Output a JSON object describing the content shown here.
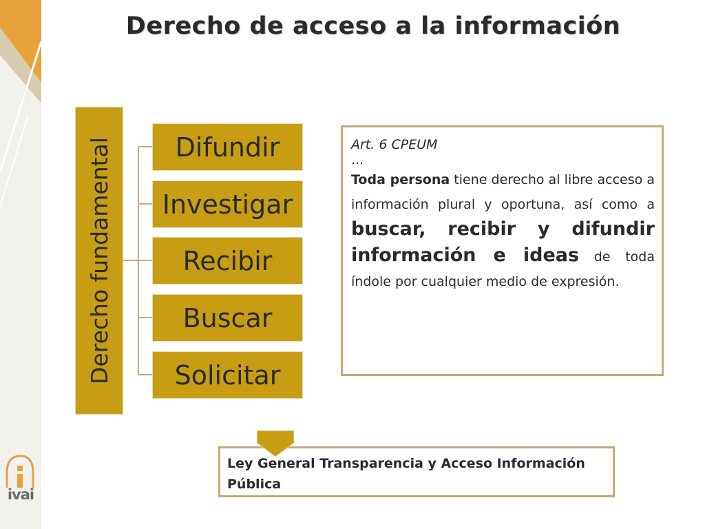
{
  "slide": {
    "title": "Derecho de acceso a la información"
  },
  "diagram": {
    "root_label": "Derecho fundamental",
    "items": [
      "Difundir",
      "Investigar",
      "Recibir",
      "Buscar",
      "Solicitar"
    ]
  },
  "article": {
    "heading": "Art. 6 CPEUM",
    "ellipsis": "…",
    "bold_intro": "Toda persona",
    "text_1": " tiene derecho al libre acceso a información plural y oportuna, así como a ",
    "emphasis": "buscar, recibir y difundir información e ideas",
    "text_2": " de toda índole por cualquier medio de expresión."
  },
  "law": {
    "text": "Ley General Transparencia y Acceso Información Pública"
  },
  "logo": {
    "label": "ivai"
  },
  "colors": {
    "accent_gold": "#c79d14",
    "border_tan": "#c9a877",
    "sidebar_orange": "#e8a23a"
  }
}
